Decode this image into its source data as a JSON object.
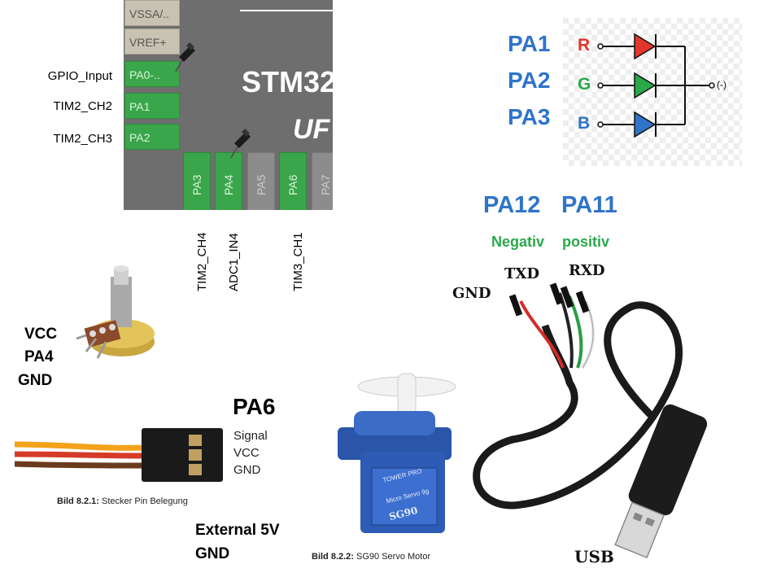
{
  "chip": {
    "title": "STM32",
    "subtitle": "UF",
    "left_pins": [
      "VSSA/..",
      "VREF+",
      "PA0-..",
      "PA1",
      "PA2"
    ],
    "bottom_pins": [
      "PA3",
      "PA4",
      "PA5",
      "PA6",
      "PA7"
    ],
    "left_labels": [
      "GPIO_Input",
      "TIM2_CH2",
      "TIM2_CH3"
    ],
    "bottom_labels": [
      "TIM2_CH4",
      "ADC1_IN4",
      "TIM3_CH1"
    ]
  },
  "rgb_led": {
    "pins": [
      "PA1",
      "PA2",
      "PA3"
    ],
    "channels": [
      {
        "letter": "R",
        "color": "#e2352b"
      },
      {
        "letter": "G",
        "color": "#2aa84a"
      },
      {
        "letter": "B",
        "color": "#2f74c9"
      }
    ],
    "common": "(-)"
  },
  "usb_uart": {
    "pin_tx": "PA12",
    "pin_rx": "PA11",
    "negativ": "Negativ",
    "positiv": "positiv",
    "wires": [
      "GND",
      "TXD",
      "RXD"
    ],
    "connector": "USB"
  },
  "potentiometer": {
    "labels": [
      "VCC",
      "PA4",
      "GND"
    ]
  },
  "servo_connector": {
    "pin": "PA6",
    "labels": [
      "Signal",
      "VCC",
      "GND"
    ],
    "caption_bold": "Bild 8.2.1:",
    "caption_text": " Stecker Pin Belegung"
  },
  "servo": {
    "brand": "TOWER PRO",
    "model_line": "Micro Servo 9g",
    "model": "SG90",
    "caption_bold": "Bild 8.2.2:",
    "caption_text": " SG90 Servo Motor"
  },
  "power": {
    "line1": "External 5V",
    "line2": "GND"
  },
  "colors": {
    "pin_green": "#3aa64b",
    "label_blue": "#2f74c9",
    "label_green": "#2aa84a"
  }
}
